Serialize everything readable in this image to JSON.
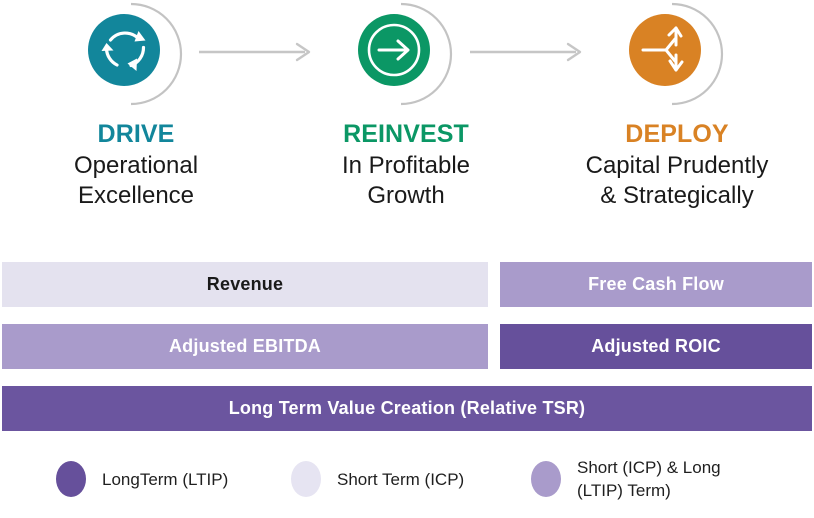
{
  "pillars": [
    {
      "id": "drive",
      "title": "DRIVE",
      "subtitle": "Operational\nExcellence",
      "title_color": "#12869B",
      "disc_color": "#12869B",
      "arc_color": "#BFBFBF",
      "icon": "recycle-arrows-icon"
    },
    {
      "id": "reinvest",
      "title": "REINVEST",
      "subtitle": "In Profitable\nGrowth",
      "title_color": "#0B9765",
      "disc_color": "#0B9765",
      "arc_color": "#BFBFBF",
      "icon": "arrow-right-circle-icon"
    },
    {
      "id": "deploy",
      "title": "DEPLOY",
      "subtitle": "Capital Prudently\n& Strategically",
      "title_color": "#D98224",
      "disc_color": "#D98224",
      "arc_color": "#BFBFBF",
      "icon": "branching-arrow-icon"
    }
  ],
  "connectors": [
    {
      "id": "connector-drive-reinvest",
      "color": "#C6C6C6"
    },
    {
      "id": "connector-reinvest-deploy",
      "color": "#C6C6C6"
    }
  ],
  "bars": {
    "rows": [
      {
        "id": "row-1",
        "left": {
          "id": "revenue",
          "label": "Revenue",
          "bg": "#E4E2EF",
          "fg": "#1A1A1A"
        },
        "right": {
          "id": "free-cash-flow",
          "label": "Free Cash Flow",
          "bg": "#A99BCB",
          "fg": "#FFFFFF"
        }
      },
      {
        "id": "row-2",
        "left": {
          "id": "adjusted-ebitda",
          "label": "Adjusted EBITDA",
          "bg": "#A99BCB",
          "fg": "#FFFFFF"
        },
        "right": {
          "id": "adjusted-roic",
          "label": "Adjusted ROIC",
          "bg": "#66509B",
          "fg": "#FFFFFF"
        }
      }
    ],
    "full": {
      "id": "long-term-value-creation",
      "label": "Long Term Value Creation (Relative TSR)",
      "bg": "#6B559F",
      "fg": "#FFFFFF"
    }
  },
  "legend": [
    {
      "id": "long-term-ltip",
      "label": "LongTerm (LTIP)",
      "color": "#66509B"
    },
    {
      "id": "short-term-icp",
      "label": "Short Term (ICP)",
      "color": "#E6E4F2"
    },
    {
      "id": "short-icp-and-long-ltip-term",
      "label": "Short (ICP) & Long\n(LTIP) Term)",
      "color": "#A99BCB"
    }
  ]
}
